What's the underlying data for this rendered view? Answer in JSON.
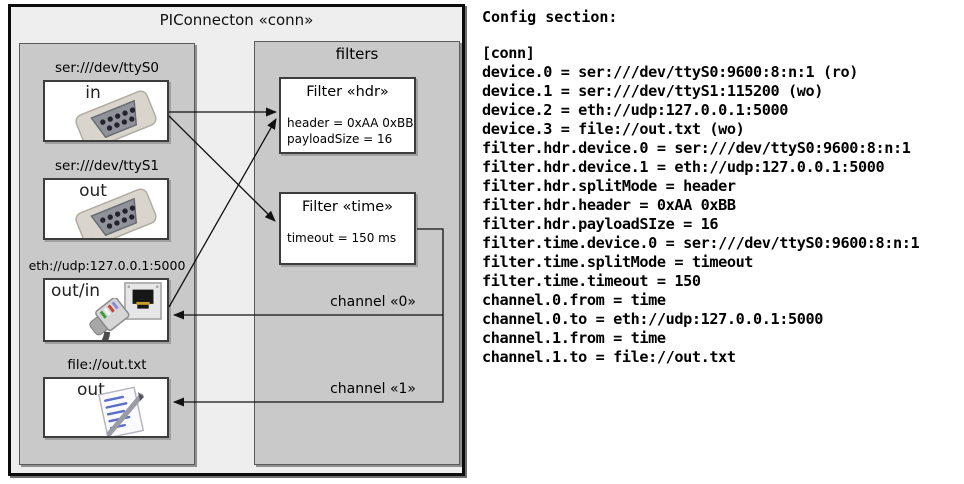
{
  "diagram": {
    "title": "PIConnecton «conn»",
    "devices_group": {
      "devices": [
        {
          "label": "ser:///dev/ttyS0",
          "direction": "in",
          "icon": "serial-connector-icon"
        },
        {
          "label": "ser:///dev/ttyS1",
          "direction": "out",
          "icon": "serial-connector-icon"
        },
        {
          "label": "eth://udp:127.0.0.1:5000",
          "direction": "out/in",
          "icon": "ethernet-port-icon"
        },
        {
          "label": "file://out.txt",
          "direction": "out",
          "icon": "notepad-pen-icon"
        }
      ]
    },
    "filters_group": {
      "label": "filters",
      "filters": [
        {
          "title": "Filter «hdr»",
          "props": [
            "header = 0xAA 0xBB",
            "payloadSize = 16"
          ]
        },
        {
          "title": "Filter «time»",
          "props": [
            "timeout = 150 ms"
          ]
        }
      ],
      "channels": [
        {
          "label": "channel «0»"
        },
        {
          "label": "channel «1»"
        }
      ]
    }
  },
  "config": {
    "heading": "Config section:",
    "lines": [
      "[conn]",
      "device.0 = ser:///dev/ttyS0:9600:8:n:1 (ro)",
      "device.1 = ser:///dev/ttyS1:115200 (wo)",
      "device.2 = eth://udp:127.0.0.1:5000",
      "device.3 = file://out.txt (wo)",
      "filter.hdr.device.0 = ser:///dev/ttyS0:9600:8:n:1",
      "filter.hdr.device.1 = eth://udp:127.0.0.1:5000",
      "filter.hdr.splitMode = header",
      "filter.hdr.header = 0xAA 0xBB",
      "filter.hdr.payloadSIze = 16",
      "filter.time.device.0 = ser:///dev/ttyS0:9600:8:n:1",
      "filter.time.splitMode = timeout",
      "filter.time.timeout = 150",
      "channel.0.from = time",
      "channel.0.to = eth://udp:127.0.0.1:5000",
      "channel.1.from = time",
      "channel.1.to = file://out.txt"
    ]
  },
  "colors": {
    "frame_bg": "#eeeeee",
    "group_bg": "#c9c9c9",
    "node_bg": "#ffffff",
    "line": "#111111"
  }
}
